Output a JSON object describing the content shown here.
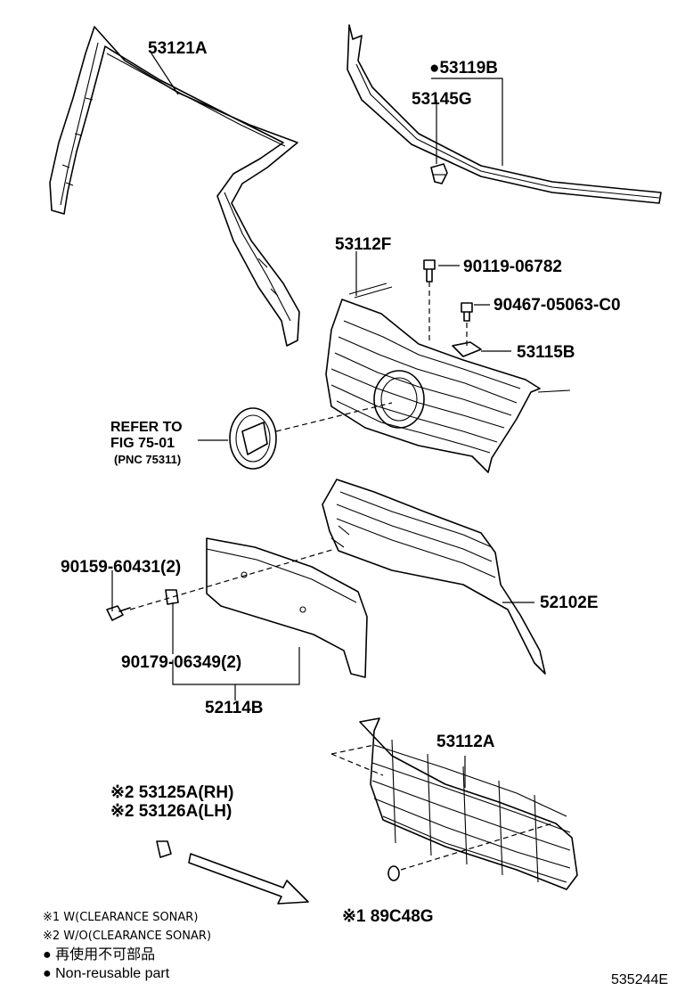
{
  "diagram_id": "535244E",
  "callouts": {
    "c53121A": "53121A",
    "c53119B": "●53119B",
    "c53145G": "53145G",
    "c53112F": "53112F",
    "c90119": "90119-06782",
    "c90467": "90467-05063-C0",
    "c53115B": "53115B",
    "refer_line1": "REFER TO",
    "refer_line2": "FIG 75-01",
    "refer_line3": "(PNC 75311)",
    "c90159": "90159-60431(2)",
    "c52102E": "52102E",
    "c90179": "90179-06349(2)",
    "c52114B": "52114B",
    "c53112A": "53112A",
    "c53125A": "※2 53125A(RH)",
    "c53126A": "※2 53126A(LH)",
    "c89C48G": "※1 89C48G"
  },
  "legend": {
    "note1": "※1 W(CLEARANCE SONAR)",
    "note2": "※2 W/O(CLEARANCE SONAR)",
    "note3": "● 再使用不可部品",
    "note4": "● Non-reusable part"
  }
}
